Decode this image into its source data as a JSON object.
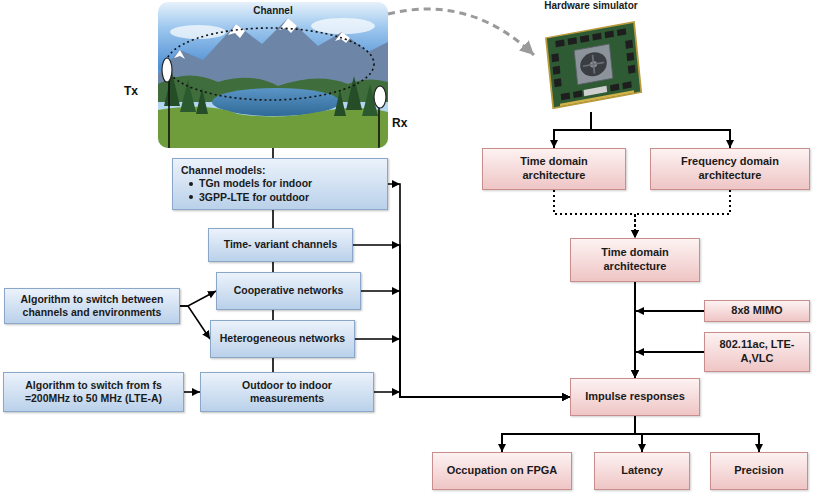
{
  "diagram": {
    "nodes": [
      {
        "text": [
          "Channel"
        ]
      },
      {
        "text": [
          "Hardware simulator"
        ]
      },
      {
        "text": [
          "Channel models:",
          "TGn models for indoor",
          "3GPP-LTE for outdoor"
        ]
      },
      {
        "text": [
          "Time- variant channels"
        ]
      },
      {
        "text": [
          "Cooperative networks"
        ]
      },
      {
        "text": [
          "Heterogeneous networks"
        ]
      },
      {
        "text": [
          "Outdoor to indoor measurements"
        ]
      },
      {
        "text": [
          "Algorithm to switch between channels and environments"
        ]
      },
      {
        "text": [
          "Algorithm to switch from fs =200MHz to 50 MHz (LTE-A)"
        ]
      },
      {
        "text": [
          "Time domain architecture"
        ]
      },
      {
        "text": [
          "Frequency domain architecture"
        ]
      },
      {
        "text": [
          "Time domain architecture"
        ]
      },
      {
        "text": [
          "8x8 MIMO"
        ]
      },
      {
        "text": [
          "802.11ac, LTE- A,VLC"
        ]
      },
      {
        "text": [
          "Impulse responses"
        ]
      },
      {
        "text": [
          "Occupation on FPGA"
        ]
      },
      {
        "text": [
          "Latency"
        ]
      },
      {
        "text": [
          "Precision"
        ]
      }
    ],
    "edges": [
      {
        "from": 0,
        "to": 1,
        "arrow": "to"
      },
      {
        "from": 1,
        "to": 9,
        "arrow": "to"
      },
      {
        "from": 1,
        "to": 10,
        "arrow": "to"
      },
      {
        "from": 9,
        "to": 11,
        "arrow": "to"
      },
      {
        "from": 10,
        "to": 11,
        "arrow": "to"
      },
      {
        "from": 11,
        "to": 14,
        "arrow": "to"
      },
      {
        "from": 12,
        "to": 14,
        "arrow": "to"
      },
      {
        "from": 13,
        "to": 14,
        "arrow": "to"
      },
      {
        "from": 14,
        "to": 15,
        "arrow": "to"
      },
      {
        "from": 14,
        "to": 16,
        "arrow": "to"
      },
      {
        "from": 14,
        "to": 17,
        "arrow": "to"
      },
      {
        "from": 0,
        "to": 2,
        "arrow": "none"
      },
      {
        "from": 2,
        "to": 3,
        "arrow": "none"
      },
      {
        "from": 3,
        "to": 4,
        "arrow": "none"
      },
      {
        "from": 4,
        "to": 5,
        "arrow": "none"
      },
      {
        "from": 5,
        "to": 6,
        "arrow": "none"
      },
      {
        "from": 2,
        "to": 14,
        "arrow": "to"
      },
      {
        "from": 3,
        "to": 14,
        "arrow": "to"
      },
      {
        "from": 4,
        "to": 14,
        "arrow": "to"
      },
      {
        "from": 5,
        "to": 14,
        "arrow": "to"
      },
      {
        "from": 6,
        "to": 14,
        "arrow": "to"
      },
      {
        "from": 7,
        "to": 4,
        "arrow": "to"
      },
      {
        "from": 7,
        "to": 5,
        "arrow": "to"
      },
      {
        "from": 8,
        "to": 6,
        "arrow": "to"
      }
    ],
    "labels": [
      "Tx",
      "Rx"
    ]
  }
}
